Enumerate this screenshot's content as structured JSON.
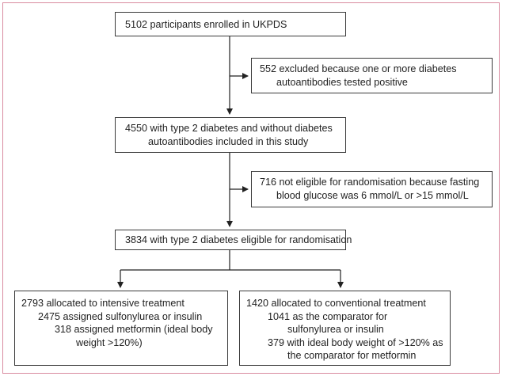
{
  "diagram": {
    "enrolled": {
      "lines": [
        "5102 participants enrolled in UKPDS"
      ]
    },
    "excluded_antibodies": {
      "lines": [
        "552 excluded because one or more diabetes",
        "autoantibodies tested positive"
      ]
    },
    "included": {
      "lines": [
        "4550 with type 2 diabetes and without diabetes",
        "autoantibodies included in this study"
      ]
    },
    "not_eligible": {
      "lines": [
        "716 not eligible for randomisation because fasting",
        "blood glucose was 6 mmol/L or >15 mmol/L"
      ]
    },
    "eligible": {
      "lines": [
        "3834 with type 2 diabetes eligible for randomisation"
      ]
    },
    "intensive": {
      "lines": [
        "2793 allocated to intensive treatment",
        "2475 assigned sulfonylurea or insulin",
        "318 assigned metformin (ideal body",
        "weight >120%)"
      ]
    },
    "conventional": {
      "lines": [
        "1420 allocated to conventional treatment",
        "1041 as the comparator for",
        "sulfonylurea or insulin",
        "379 with ideal body weight of >120% as",
        "the comparator for metformin"
      ]
    }
  },
  "colors": {
    "frame": "#d98ba0",
    "box_border": "#3a3a3a",
    "arrow": "#222222"
  }
}
